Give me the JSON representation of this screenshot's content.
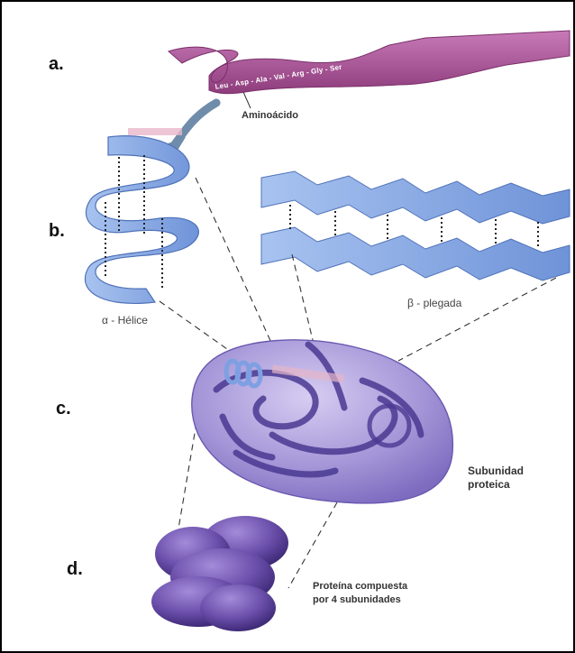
{
  "steps": {
    "a": "a.",
    "b": "b.",
    "c": "c.",
    "d": "d."
  },
  "sequence": "Leu - Asp - Ala - Val - Arg - Gly - Ser",
  "labels": {
    "aminoacido": "Aminoácido",
    "alpha_helix": "α - Hélice",
    "beta_sheet": "β - plegada",
    "subunit_line1": "Subunidad",
    "subunit_line2": "proteica",
    "quaternary_line1": "Proteína compuesta",
    "quaternary_line2": "por 4 subunidades"
  },
  "colors": {
    "ribbon_primary": "#b0569a",
    "helix_blue": "#7fa3e0",
    "sheet_blue": "#8fb1e6",
    "subunit_purple": "#9a8ad0",
    "quaternary_purple": "#6a4ea8"
  }
}
